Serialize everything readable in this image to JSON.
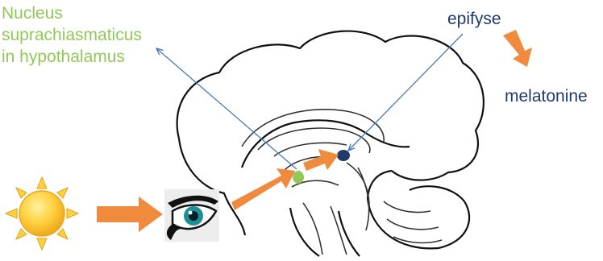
{
  "labels": {
    "nucleus": [
      "Nucleus",
      "suprachiasmaticus",
      "in hypothalamus"
    ],
    "epifyse": "epifyse",
    "melatonine": "melatonine"
  },
  "icons": [
    "sun-icon",
    "eye-icon",
    "brain-outline",
    "arrow-icon",
    "pointer-line-icon"
  ],
  "colors": {
    "nucleus_green": "#92c857",
    "epifyse_blue": "#1f3a6b",
    "arrow_orange": "#f08a3c",
    "sun_yellow": "#ffd13f",
    "eye_iris": "#1f8f95",
    "pointer_blue": "#4a7bb7"
  }
}
